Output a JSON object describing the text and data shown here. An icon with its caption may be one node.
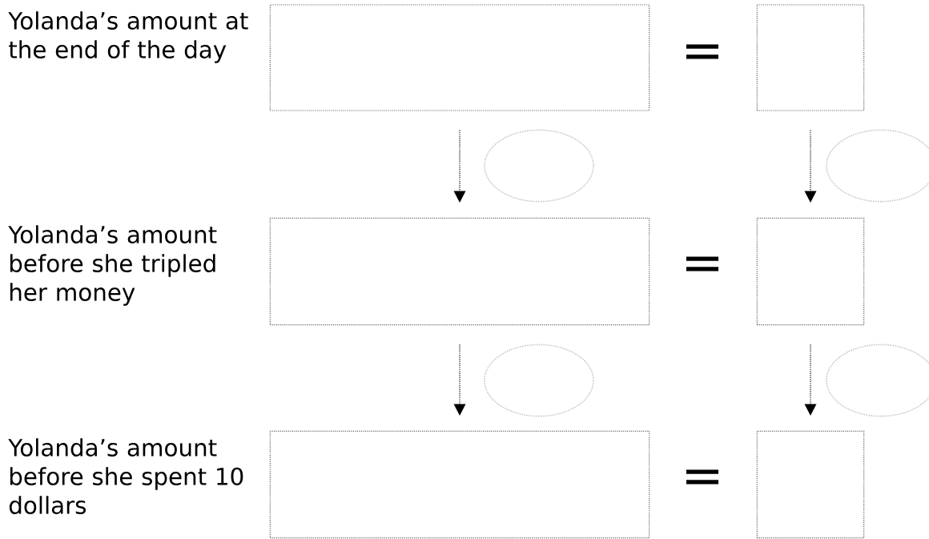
{
  "diagram": {
    "nodes": [
      {
        "text": [],
        "shape": "box",
        "beside": [
          "Yolanda’s amount at the end of the day"
        ]
      },
      {
        "text": [],
        "shape": "box"
      },
      {
        "text": [],
        "shape": "ellipse"
      },
      {
        "text": [],
        "shape": "ellipse"
      },
      {
        "text": [],
        "shape": "box",
        "beside": [
          "Yolanda’s amount before she tripled her money"
        ]
      },
      {
        "text": [],
        "shape": "box"
      },
      {
        "text": [],
        "shape": "ellipse"
      },
      {
        "text": [],
        "shape": "ellipse"
      },
      {
        "text": [],
        "shape": "box",
        "beside": [
          "Yolanda’s amount before she spent 10 dollars"
        ]
      },
      {
        "text": [],
        "shape": "box"
      }
    ],
    "edges": [
      {
        "from": 0,
        "to": 4,
        "arrow": "to"
      },
      {
        "from": 1,
        "to": 5,
        "arrow": "to"
      },
      {
        "from": 4,
        "to": 8,
        "arrow": "to"
      },
      {
        "from": 5,
        "to": 9,
        "arrow": "to"
      }
    ],
    "labels": [
      "=",
      "=",
      "="
    ]
  }
}
